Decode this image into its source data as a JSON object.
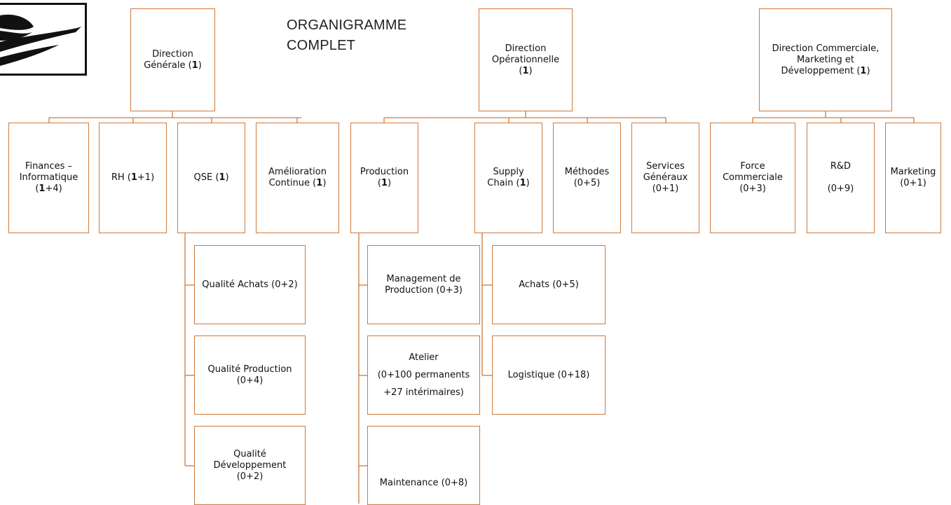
{
  "title": {
    "line1": "ORGANIGRAMME",
    "line2": "COMPLET"
  },
  "colors": {
    "border": "#cd7a3c",
    "text": "#111111"
  },
  "logo": {
    "icon": "bird-logo-icon"
  },
  "directions": {
    "generale": {
      "text": "Direction\nGénérale (",
      "count": "1",
      "tail": ")"
    },
    "operationnelle": {
      "text": "Direction\nOpérationnelle\n(",
      "count": "1",
      "tail": ")"
    },
    "commerciale": {
      "text": "Direction Commerciale,\nMarketing et\nDéveloppement (",
      "count": "1",
      "tail": ")"
    }
  },
  "departments": {
    "finances": {
      "text": "Finances –\nInformatique\n(",
      "count": "1",
      "tail": "+4)"
    },
    "rh": {
      "text": "RH (",
      "count": "1",
      "tail": "+1)"
    },
    "qse": {
      "text": "QSE (",
      "count": "1",
      "tail": ")"
    },
    "amelioration": {
      "text": "Amélioration\nContinue (",
      "count": "1",
      "tail": ")"
    },
    "production": {
      "text": "Production\n(",
      "count": "1",
      "tail": ")"
    },
    "supply": {
      "text": "Supply\nChain (",
      "count": "1",
      "tail": ")"
    },
    "methodes": {
      "text": "Méthodes\n(0+5)"
    },
    "services": {
      "text": "Services\nGénéraux\n(0+1)"
    },
    "force": {
      "text": "Force\nCommerciale\n(0+3)"
    },
    "rd": {
      "text": "R&D\n\n(0+9)"
    },
    "marketing": {
      "text": "Marketing\n(0+1)"
    }
  },
  "sub_units": {
    "qualite_achats": "Qualité Achats (0+2)",
    "qualite_production": "Qualité Production\n(0+4)",
    "qualite_developpement": "Qualité\nDéveloppement\n(0+2)",
    "management_production": "Management de\nProduction (0+3)",
    "atelier": "Atelier\n(0+100 permanents\n+27 intérimaires)",
    "maintenance": "Maintenance (0+8)",
    "achats": "Achats (0+5)",
    "logistique": "Logistique (0+18)"
  }
}
